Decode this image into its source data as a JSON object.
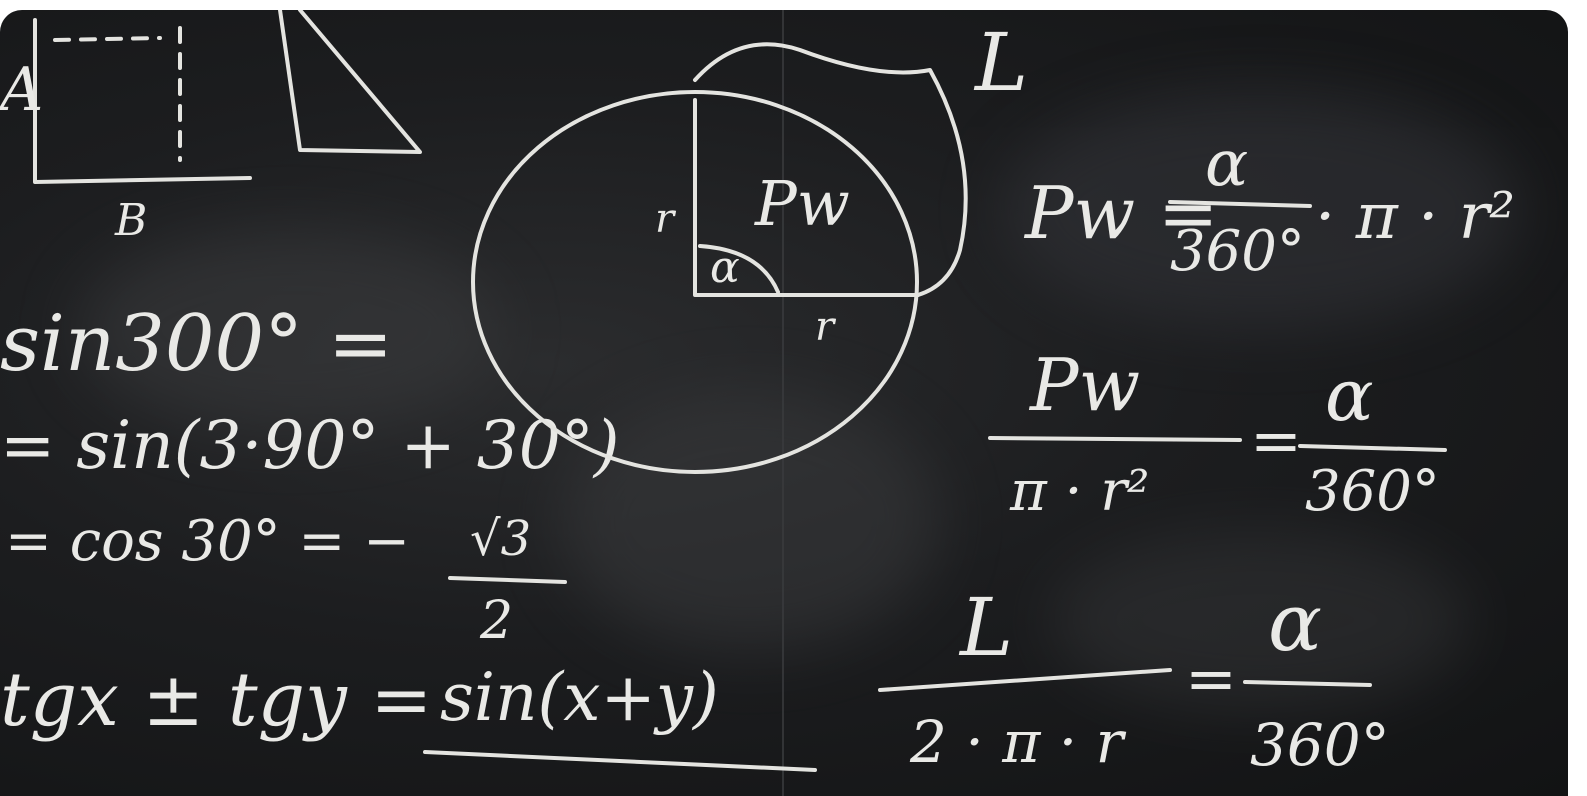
{
  "image": {
    "subject": "chalkboard-with-math-formulas",
    "colors": {
      "board": "#1c1d1f",
      "chalk": "#e9e9e6"
    }
  },
  "formulas": {
    "label_a": "A",
    "label_b": "B",
    "sin_line1": "sin300° =",
    "sin_line2": "= sin(3·90° + 30°)",
    "sin_line3_left": "= cos 30° = −",
    "sin_line3_num": "√3",
    "sin_line3_den": "2",
    "tg_left": "tgx ± tgy =",
    "tg_num": "sin(x+y)",
    "label_r1": "r",
    "label_r2": "r",
    "label_pw": "Pw",
    "label_alpha": "α",
    "label_l": "L",
    "pw_lhs": "Pw =",
    "pw_frac_num": "α",
    "pw_frac_den": "360°",
    "pw_rhs": "· π · r²",
    "ratio1_num": "Pw",
    "ratio1_den": "π · r²",
    "ratio1_eq": "=",
    "ratio1_rnum": "α",
    "ratio1_rden": "360°",
    "ratio2_num": "L",
    "ratio2_den": "2 · π · r",
    "ratio2_eq": "=",
    "ratio2_rnum": "α",
    "ratio2_rden": "360°"
  }
}
